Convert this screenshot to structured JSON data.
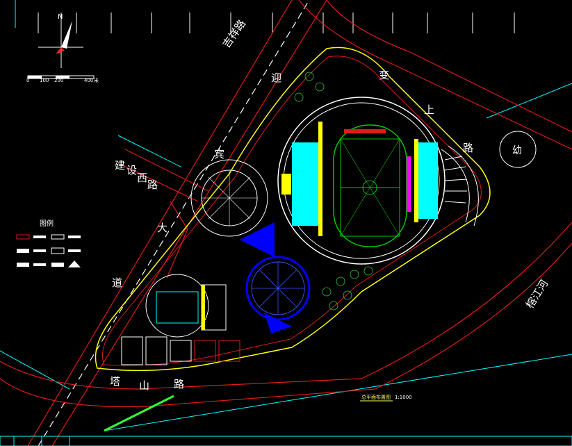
{
  "north_label": "N",
  "scale_bar": {
    "ticks": [
      "0",
      "100",
      "200",
      "400"
    ],
    "unit": "米"
  },
  "roads": {
    "jixiang": "吉祥路",
    "yingbin": [
      "迎",
      "宾"
    ],
    "bianshang": [
      "变",
      "上",
      "路"
    ],
    "jiansheshi": [
      "建",
      "设",
      "西",
      "路"
    ],
    "dadao": [
      "大",
      "道"
    ],
    "tashan": [
      "塔",
      "山",
      "路"
    ],
    "river": "榕江河"
  },
  "kindergarten": "幼",
  "legend_title": "图例",
  "caption": "总平面布置图",
  "caption_scale": "1:1000",
  "colors": {
    "background": "#000000",
    "road_red": "#e11a1a",
    "road_white": "#ffffff",
    "boundary_yellow": "#ffff00",
    "pool_cyan": "#00ffff",
    "field_green": "#00c800",
    "blue_building": "#0000ff",
    "magenta": "#ff00ff",
    "tree_green": "#33cc33"
  }
}
